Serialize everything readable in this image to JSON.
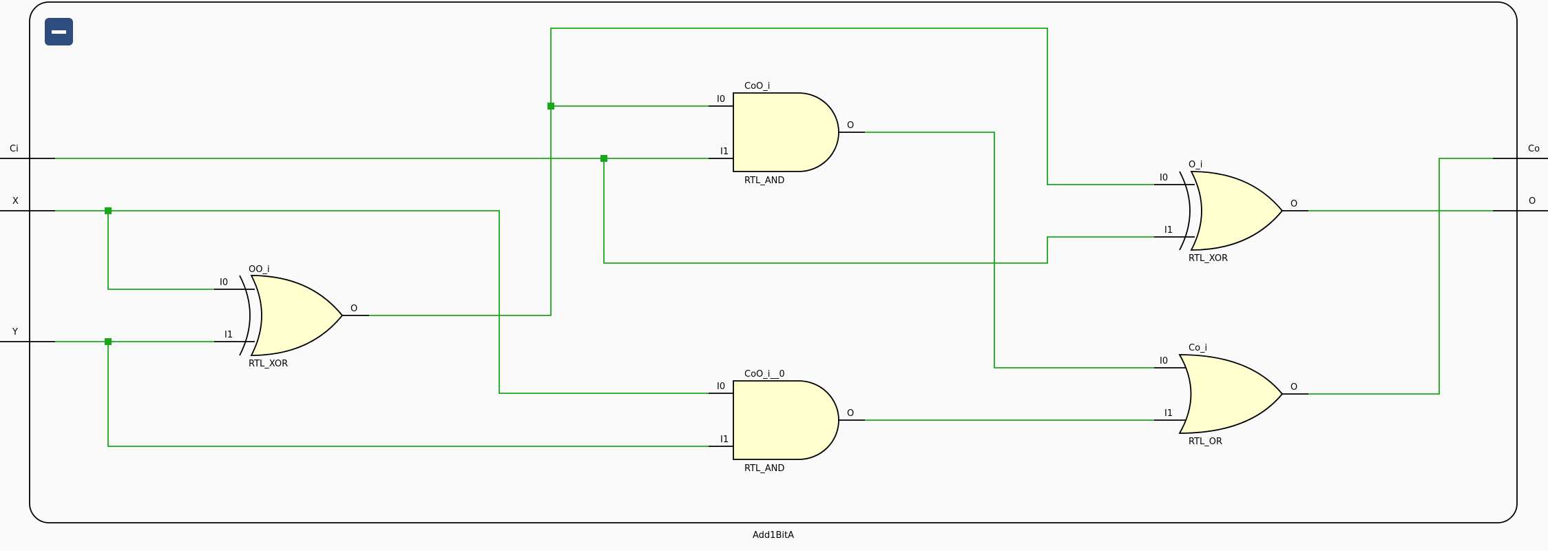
{
  "module": {
    "name": "Add1BitA",
    "collapse_symbol": "−"
  },
  "ports": {
    "inputs": [
      "Ci",
      "X",
      "Y"
    ],
    "outputs": [
      "Co",
      "O"
    ]
  },
  "gates": [
    {
      "id": "OO_i",
      "type": "RTL_XOR",
      "inputs": [
        "I0",
        "I1"
      ],
      "output": "O"
    },
    {
      "id": "CoO_i",
      "type": "RTL_AND",
      "inputs": [
        "I0",
        "I1"
      ],
      "output": "O"
    },
    {
      "id": "CoO_i__0",
      "type": "RTL_AND",
      "inputs": [
        "I0",
        "I1"
      ],
      "output": "O"
    },
    {
      "id": "O_i",
      "type": "RTL_XOR",
      "inputs": [
        "I0",
        "I1"
      ],
      "output": "O"
    },
    {
      "id": "Co_i",
      "type": "RTL_OR",
      "inputs": [
        "I0",
        "I1"
      ],
      "output": "O"
    }
  ],
  "gate_labels": {
    "g1": {
      "instance": "OO_i",
      "type": "RTL_XOR",
      "in0": "I0",
      "in1": "I1",
      "out": "O"
    },
    "g2": {
      "instance": "CoO_i",
      "type": "RTL_AND",
      "in0": "I0",
      "in1": "I1",
      "out": "O"
    },
    "g3": {
      "instance": "CoO_i__0",
      "type": "RTL_AND",
      "in0": "I0",
      "in1": "I1",
      "out": "O"
    },
    "g4": {
      "instance": "O_i",
      "type": "RTL_XOR",
      "in0": "I0",
      "in1": "I1",
      "out": "O"
    },
    "g5": {
      "instance": "Co_i",
      "type": "RTL_OR",
      "in0": "I0",
      "in1": "I1",
      "out": "O"
    }
  },
  "colors": {
    "wire": "#17a81a",
    "gate_fill": "#ffffcf",
    "gate_stroke": "#000000",
    "collapse_button": "#2e4c7e",
    "background": "#fafafa"
  }
}
